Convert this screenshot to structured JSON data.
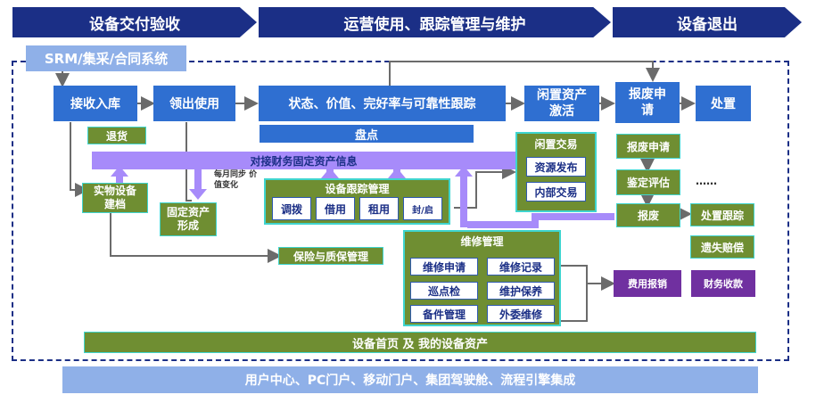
{
  "phases": [
    "设备交付验收",
    "运营使用、跟踪管理与维护",
    "设备退出"
  ],
  "srm": "SRM/集采/合同系统",
  "flow": {
    "receive": "接收入库",
    "issue": "领出使用",
    "track": "状态、价值、完好率与可靠性跟踪",
    "idle_activate": "闲置资产激活",
    "scrap_apply": "报废申请",
    "dispose": "处置"
  },
  "return_goods": "退货",
  "inventory": "盘点",
  "finance_bar": "对接财务固定资产信息",
  "monthly_sync": "每月同步 价值变化",
  "archive": "实物设备建档",
  "fixed_asset": "固定资产形成",
  "tracking": {
    "title": "设备跟踪管理",
    "items": [
      "调拨",
      "借用",
      "租用",
      "封/启"
    ]
  },
  "insurance": "保险与质保管理",
  "maintenance": {
    "title": "维修管理",
    "items": [
      "维修申请",
      "维修记录",
      "巡点检",
      "维护保养",
      "备件管理",
      "外委维修"
    ]
  },
  "idle_trade": {
    "title": "闲置交易",
    "items": [
      "资源发布",
      "内部交易"
    ]
  },
  "scrap": {
    "apply": "报废申请",
    "evaluate": "鉴定评估",
    "scrap": "报废",
    "dots": "……",
    "track": "处置跟踪",
    "loss": "遗失赔偿"
  },
  "fee": "费用报销",
  "finance_collect": "财务收款",
  "home": "设备首页 及 我的设备资产",
  "bottom": "用户中心、PC门户、移动门户、集团驾驶舱、流程引擎集成",
  "colors": {
    "phase": "#1b2f86",
    "blue": "#2f6fd1",
    "green": "#6f8e32",
    "teal_border": "#3fd5cf",
    "purple": "#7030a0",
    "lavender": "#a78bfa",
    "bottom_bar": "#8fb0e8"
  }
}
